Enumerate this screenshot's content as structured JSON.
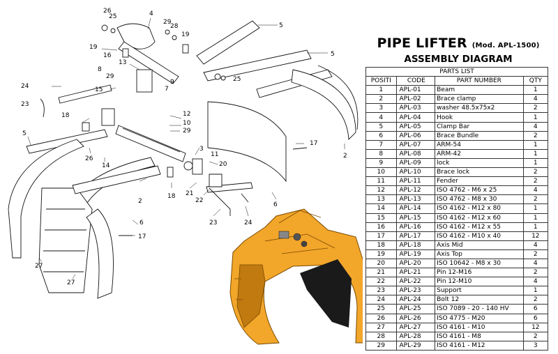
{
  "title": {
    "main": "PIPE LIFTER",
    "model": "(Mod. APL-1500)",
    "subtitle": "ASSEMBLY DIAGRAM"
  },
  "parts_list": {
    "heading": "PARTS LIST",
    "columns": [
      "POSITI",
      "CODE",
      "PART NUMBER",
      "QTY"
    ],
    "rows": [
      [
        "1",
        "APL-01",
        "Beam",
        "1"
      ],
      [
        "2",
        "APL-02",
        "Brace clamp",
        "4"
      ],
      [
        "3",
        "APL-03",
        "washer 48.5x75x2",
        "2"
      ],
      [
        "4",
        "APL-04",
        "Hook",
        "1"
      ],
      [
        "5",
        "APL-05",
        "Clamp Bar",
        "4"
      ],
      [
        "6",
        "APL-06",
        "Brace Bundle",
        "2"
      ],
      [
        "7",
        "APL-07",
        "ARM-54",
        "1"
      ],
      [
        "8",
        "APL-08",
        "ARM-42",
        "1"
      ],
      [
        "9",
        "APL-09",
        "lock",
        "1"
      ],
      [
        "10",
        "APL-10",
        "Brace lock",
        "2"
      ],
      [
        "11",
        "APL-11",
        "Fender",
        "2"
      ],
      [
        "12",
        "APL-12",
        "ISO 4762 - M6 x 25",
        "4"
      ],
      [
        "13",
        "APL-13",
        "ISO 4762 - M8 x 30",
        "2"
      ],
      [
        "14",
        "APL-14",
        "ISO 4162 - M12 x 80",
        "1"
      ],
      [
        "15",
        "APL-15",
        "ISO 4162 - M12 x 60",
        "1"
      ],
      [
        "16",
        "APL-16",
        "ISO 4162 - M12 x 55",
        "1"
      ],
      [
        "17",
        "APL-17",
        "ISO 4162 - M10 x 40",
        "12"
      ],
      [
        "18",
        "APL-18",
        "Axis Mid",
        "4"
      ],
      [
        "19",
        "APL-19",
        "Axis Top",
        "2"
      ],
      [
        "20",
        "APL-20",
        "ISO 10642 - M8 x  30",
        "4"
      ],
      [
        "21",
        "APL-21",
        "Pin 12-M16",
        "2"
      ],
      [
        "22",
        "APL-22",
        "Pin 12-M10",
        "4"
      ],
      [
        "23",
        "APL-23",
        "Support",
        "1"
      ],
      [
        "24",
        "APL-24",
        "Bolt 12",
        "2"
      ],
      [
        "25",
        "APL-25",
        "ISO 7089 - 20 - 140 HV",
        "6"
      ],
      [
        "26",
        "APL-26",
        "ISO 4775 - M20",
        "6"
      ],
      [
        "27",
        "APL-27",
        "ISO 4161 - M10",
        "12"
      ],
      [
        "28",
        "APL-28",
        "ISO 4161 - M8",
        "2"
      ],
      [
        "29",
        "APL-29",
        "ISO 4161 - M12",
        "3"
      ]
    ]
  },
  "callouts": {
    "c26a": "26",
    "c25a": "25",
    "c4": "4",
    "c29a": "29",
    "c28": "28",
    "c19a": "19",
    "c5a": "5",
    "c5b": "5",
    "c19b": "19",
    "c16": "16",
    "c13": "13",
    "c8": "8",
    "c29b": "29",
    "c9": "9",
    "c7": "7",
    "c25b": "25",
    "c24a": "24",
    "c15": "15",
    "c23a": "23",
    "c18a": "18",
    "c12": "12",
    "c10": "10",
    "c29c": "29",
    "c5c": "5",
    "c26b": "26",
    "c14": "14",
    "c3": "3",
    "c11": "11",
    "c20": "20",
    "c17a": "17",
    "c2a": "2",
    "c18b": "18",
    "c21": "21",
    "c22": "22",
    "c2b": "2",
    "c6a": "6",
    "c23b": "23",
    "c24b": "24",
    "c6b": "6",
    "c17b": "17",
    "c27a": "27",
    "c27b": "27"
  },
  "colors": {
    "render_orange": "#f2a62a",
    "render_dark": "#c07a10",
    "line": "#111111"
  }
}
